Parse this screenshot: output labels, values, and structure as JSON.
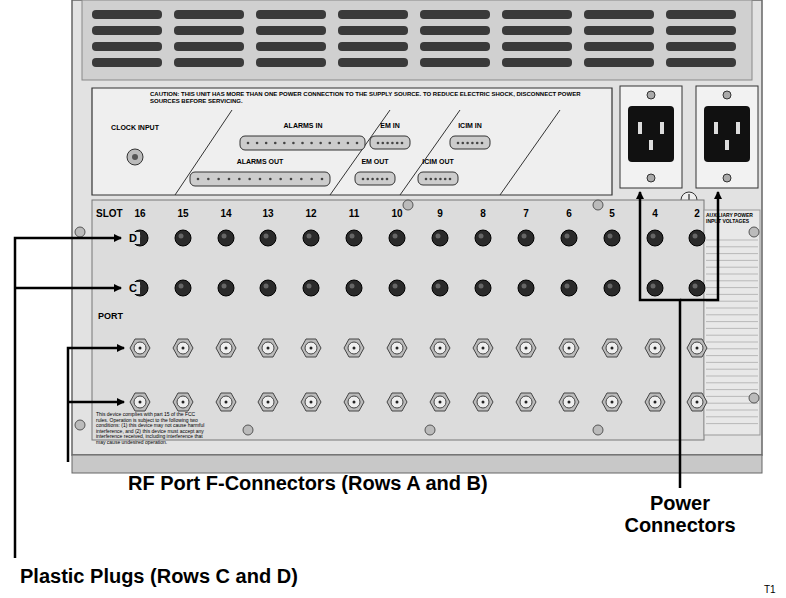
{
  "diagram": {
    "labels": [
      "CAUTION: THIS UNIT HAS MORE THAN ONE POWER CONNECTION TO THE SUPPLY SOURCE. TO REDUCE ELECTRIC SHOCK, DISCONNECT POWER SOURCES BEFORE SERVICING.",
      "CLOCK INPUT",
      "ALARMS IN",
      "ALARMS OUT",
      "EM IN",
      "EM OUT",
      "ICIM IN",
      "ICIM OUT",
      "SLOT",
      "16",
      "15",
      "14",
      "13",
      "12",
      "11",
      "10",
      "9",
      "8",
      "7",
      "6",
      "5",
      "4",
      "2",
      "D",
      "C",
      "PORT",
      "This device complies with part 15 of the FCC rules. Operation is subject to the following two conditions: (1) this device may not cause harmful interference, and (2) this device must accept any interference received, including interference that may cause undesired operation.",
      "AUXILIARY POWER INPUT VOLTAGES",
      "RF Port F-Connectors (Rows A and B)",
      "Power Connectors",
      "Plastic Plugs (Rows C and D)",
      "T1"
    ]
  }
}
